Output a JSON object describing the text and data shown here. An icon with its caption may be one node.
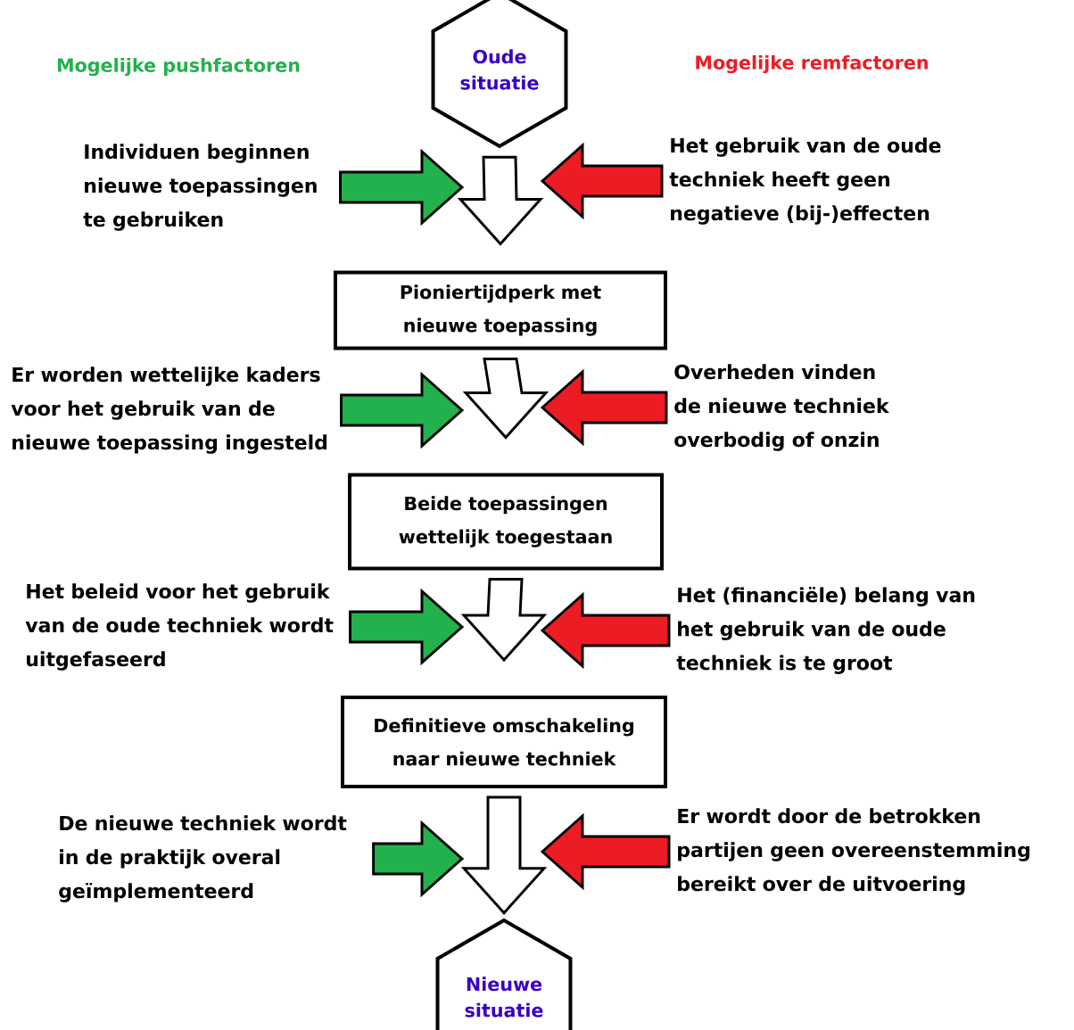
{
  "diagram": {
    "nodes": [
      {
        "text": [
          "Oude situatie"
        ]
      },
      {
        "text": [
          "Individuen beginnen nieuwe toepassingen te gebruiken"
        ]
      },
      {
        "text": [
          "Het gebruik van de oude techniek heeft geen negatieve (bij-)effecten"
        ]
      },
      {
        "text": [
          "Pioniertijdperk met nieuwe toepassing"
        ]
      },
      {
        "text": [
          "Er worden wettelijke kaders voor het gebruik van de nieuwe toepassing ingesteld"
        ]
      },
      {
        "text": [
          "Overheden vinden de nieuwe techniek overbodig of onzin"
        ]
      },
      {
        "text": [
          "Beide toepassingen wettelijk toegestaan"
        ]
      },
      {
        "text": [
          "Het beleid voor het gebruik van de oude techniek wordt uitgefaseerd"
        ]
      },
      {
        "text": [
          "Het (financiële) belang van het gebruik van de oude techniek is te groot"
        ]
      },
      {
        "text": [
          "Definitieve omschakeling naar nieuwe techniek"
        ]
      },
      {
        "text": [
          "De nieuwe techniek wordt in de praktijk overal geïmplementeerd"
        ]
      },
      {
        "text": [
          "Er wordt door de betrokken partijen geen overeenstemming bereikt over de uitvoering"
        ]
      },
      {
        "text": [
          "Nieuwe situatie"
        ]
      }
    ],
    "edges": [
      {
        "from": 0,
        "to": 3,
        "arrow": "to"
      },
      {
        "from": 3,
        "to": 6,
        "arrow": "to"
      },
      {
        "from": 6,
        "to": 9,
        "arrow": "to"
      },
      {
        "from": 9,
        "to": 12,
        "arrow": "to"
      },
      {
        "from": 1,
        "to": null,
        "arrow": "to",
        "color": "#22b14c"
      },
      {
        "from": 2,
        "to": null,
        "arrow": "to",
        "color": "#ed1c24"
      },
      {
        "from": 4,
        "to": null,
        "arrow": "to",
        "color": "#22b14c"
      },
      {
        "from": 5,
        "to": null,
        "arrow": "to",
        "color": "#ed1c24"
      },
      {
        "from": 7,
        "to": null,
        "arrow": "to",
        "color": "#22b14c"
      },
      {
        "from": 8,
        "to": null,
        "arrow": "to",
        "color": "#ed1c24"
      },
      {
        "from": 10,
        "to": null,
        "arrow": "to",
        "color": "#22b14c"
      },
      {
        "from": 11,
        "to": null,
        "arrow": "to",
        "color": "#ed1c24"
      }
    ],
    "labels": [
      "Mogelijke pushfactoren",
      "Mogelijke remfactoren"
    ]
  }
}
